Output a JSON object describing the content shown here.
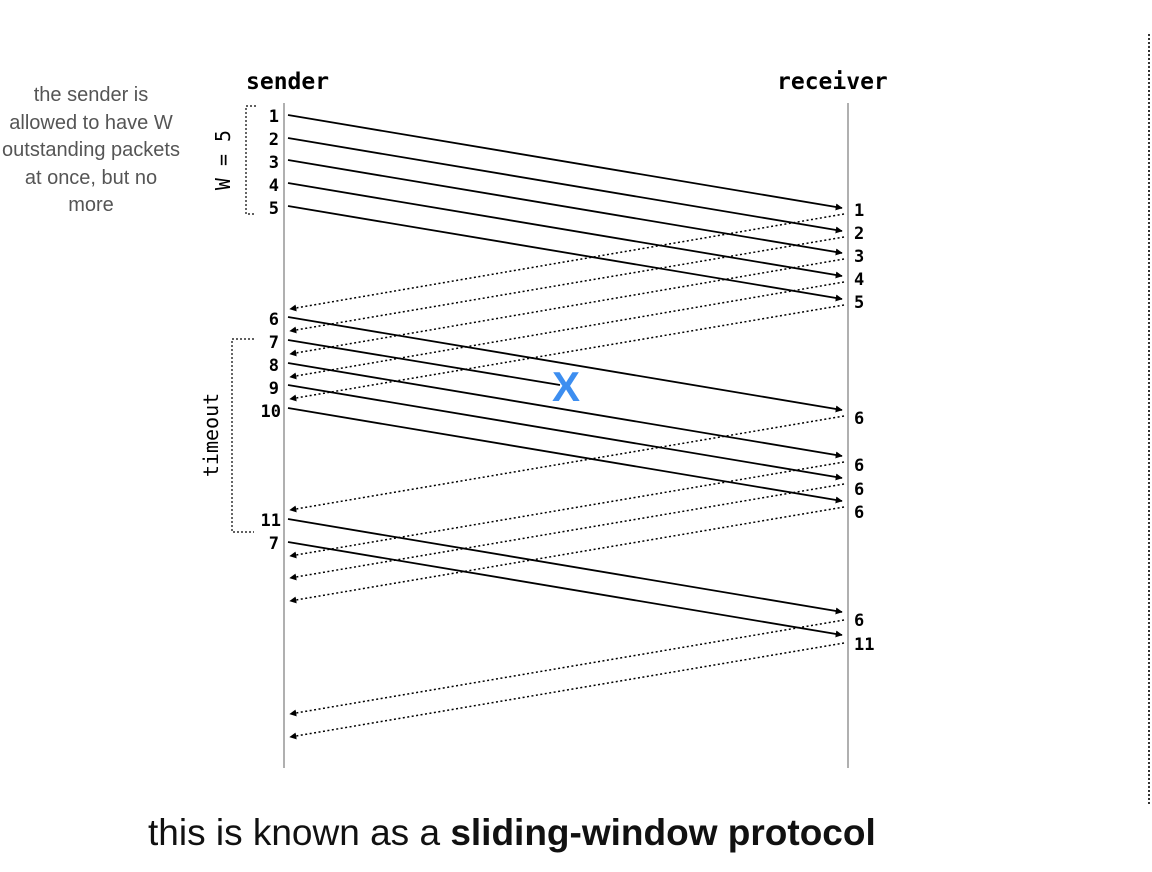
{
  "labels": {
    "sender": "sender",
    "receiver": "receiver",
    "window": "W = 5",
    "timeout": "timeout",
    "lost_marker": "X"
  },
  "note": "the sender is allowed to have W outstanding packets at once, but no more",
  "caption": {
    "prefix": "this is known as a ",
    "emphasis": "sliding-window protocol"
  },
  "colors": {
    "lines": "#000000",
    "timelines": "#b0b0b0",
    "lost_marker": "#3d8ef0",
    "note_text": "#555555"
  },
  "packets": [
    {
      "seq": "1",
      "ack": "1",
      "lost": false
    },
    {
      "seq": "2",
      "ack": "2",
      "lost": false
    },
    {
      "seq": "3",
      "ack": "3",
      "lost": false
    },
    {
      "seq": "4",
      "ack": "4",
      "lost": false
    },
    {
      "seq": "5",
      "ack": "5",
      "lost": false
    },
    {
      "seq": "6",
      "ack": "6",
      "lost": false
    },
    {
      "seq": "7",
      "ack": null,
      "lost": true
    },
    {
      "seq": "8",
      "ack": "6",
      "lost": false
    },
    {
      "seq": "9",
      "ack": "6",
      "lost": false
    },
    {
      "seq": "10",
      "ack": "6",
      "lost": false
    },
    {
      "seq": "11",
      "ack": "6",
      "lost": false
    },
    {
      "seq": "7",
      "ack": "11",
      "lost": false
    }
  ]
}
